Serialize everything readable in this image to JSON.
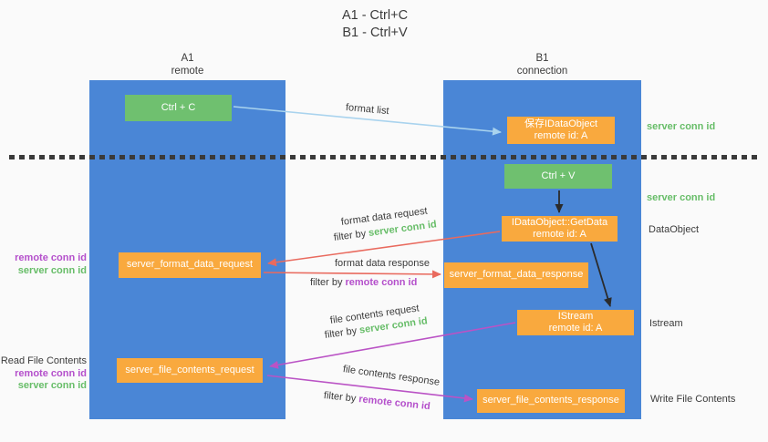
{
  "title": {
    "line1": "A1 - Ctrl+C",
    "line2": "B1 - Ctrl+V"
  },
  "lanes": {
    "left": {
      "name": "A1",
      "role": "remote"
    },
    "right": {
      "name": "B1",
      "role": "connection"
    }
  },
  "nodes": {
    "ctrl_c": {
      "label": "Ctrl + C"
    },
    "ctrl_v": {
      "label": "Ctrl + V"
    },
    "save_dataobject": {
      "line1": "保存IDataObject",
      "line2": "remote id: A"
    },
    "getdata": {
      "line1": "IDataObject::GetData",
      "line2": "remote id: A"
    },
    "istream": {
      "line1": "IStream",
      "line2": "remote id: A"
    },
    "server_format_data_request": {
      "label": "server_format_data_request"
    },
    "server_format_data_response": {
      "label": "server_format_data_response"
    },
    "server_file_contents_request": {
      "label": "server_file_contents_request"
    },
    "server_file_contents_response": {
      "label": "server_file_contents_response"
    }
  },
  "arrow_labels": {
    "format_list": "format list",
    "format_data_request": "format data request",
    "format_data_response": "format data response",
    "file_contents_request": "file contents request",
    "file_contents_response": "file contents response"
  },
  "terms": {
    "filter_by": "filter by",
    "server_conn_id": "server conn id",
    "remote_conn_id": "remote conn id"
  },
  "side_labels": {
    "server_conn_id_top": "server conn id",
    "server_conn_id_mid": "server conn id",
    "dataobject": "DataObject",
    "istream": "Istream",
    "read_file_contents": "Read File Contents",
    "write_file_contents": "Write File Contents"
  },
  "colors": {
    "background": "#fafafa",
    "lane_blue": "#4a86d6",
    "box_green": "#6fc06f",
    "box_orange": "#f9a93e",
    "text_dark": "#3b3b3b",
    "text_green": "#67bd68",
    "text_purple": "#b44fcb",
    "arrow_red": "#e96a5e",
    "arrow_magenta": "#ba53c5",
    "arrow_lightblue": "#a9d3ee",
    "arrow_black": "#2b2b2b"
  }
}
